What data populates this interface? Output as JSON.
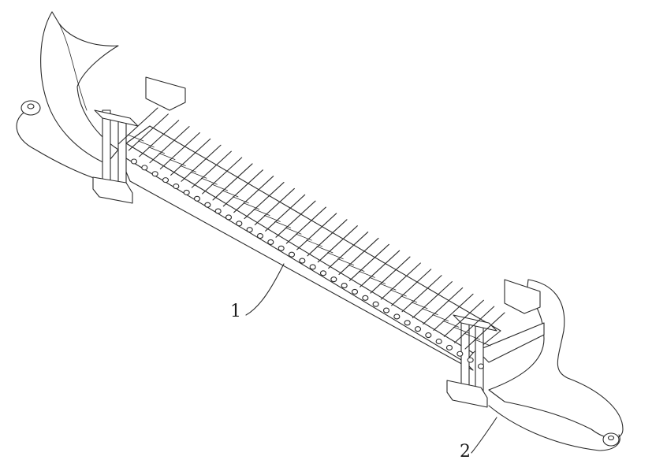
{
  "figure": {
    "comb_count": 34,
    "callouts": [
      {
        "id": "callout-1",
        "text": "1"
      },
      {
        "id": "callout-2",
        "text": "2"
      }
    ]
  },
  "colors": {
    "line": "#2a2a2a",
    "background": "#ffffff"
  }
}
